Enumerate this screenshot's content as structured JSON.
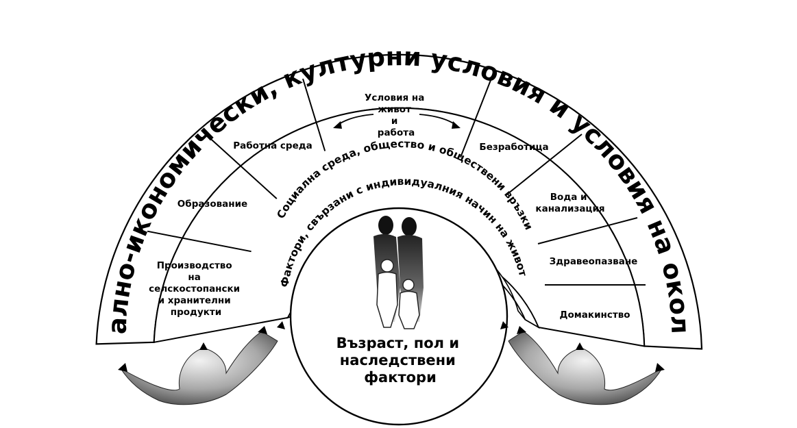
{
  "diagram": {
    "outer_arc_title": "Общи социално-икономически, културни условия  и условия на околната среда",
    "middle_arc_label": "Социална среда, общество и обществени връзки",
    "inner_arc_label": "Фактори, свързани с индивидуалния начин на живот",
    "segments": {
      "production": [
        "Производство",
        "на",
        "селскостопански",
        "и хранителни",
        "продукти"
      ],
      "education": [
        "Образование"
      ],
      "work_env": [
        "Работна среда"
      ],
      "living_conditions": [
        "Условия на",
        "живот",
        "и",
        "работа"
      ],
      "unemployment": [
        "Безработица"
      ],
      "water": [
        "Вода и",
        "канализация"
      ],
      "health": [
        "Здравеопазване"
      ],
      "household": [
        "Домакинство"
      ]
    },
    "center": [
      "Възраст, пол и",
      "наследствени",
      "фактори"
    ],
    "icons": {
      "family": "family-silhouette-icon",
      "arrows": "curved-arrow-icon"
    },
    "colors": {
      "line": "#000000",
      "background": "#ffffff",
      "arrow_fill": "#9a9a9a"
    }
  }
}
